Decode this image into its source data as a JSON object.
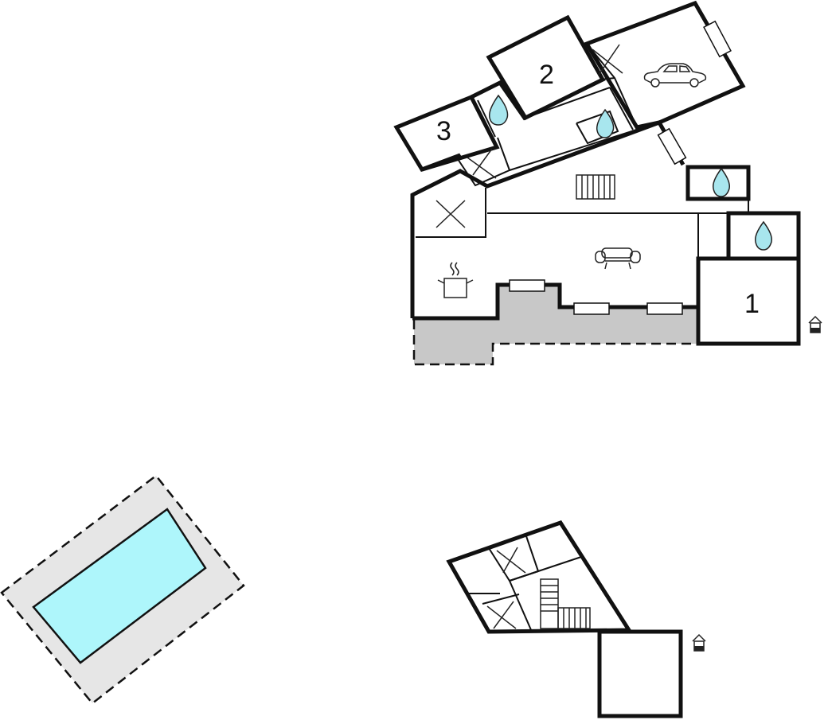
{
  "rooms": {
    "room_1": "1",
    "room_2": "2",
    "room_3": "3"
  },
  "colors": {
    "pool_water": "#aef6fb",
    "water_drop": "#a8e6ee",
    "terrace": "#c8c8c8",
    "pool_deck": "#e6e6e6"
  },
  "icons": [
    "car-icon",
    "water-drop-icon",
    "stairs-icon",
    "sofa-icon",
    "cooking-pot-icon",
    "entrance-icon",
    "pool-icon",
    "storage-x-icon"
  ]
}
